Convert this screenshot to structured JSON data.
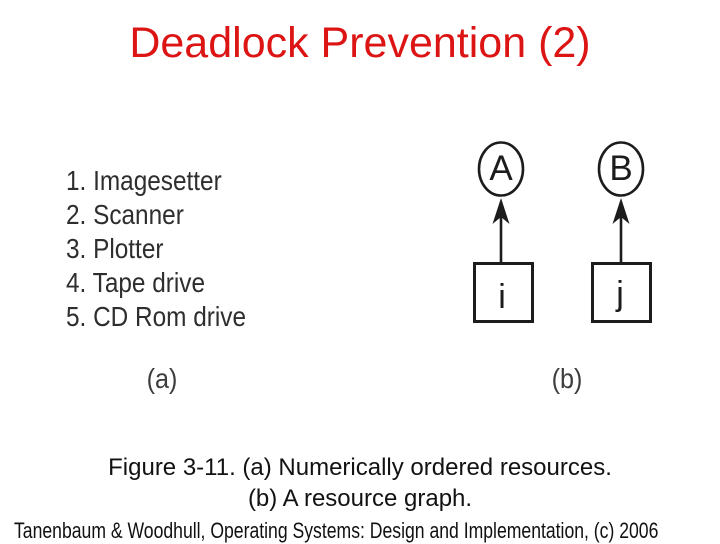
{
  "slide": {
    "title": "Deadlock Prevention (2)"
  },
  "figure": {
    "resources": [
      "1. Imagesetter",
      "2. Scanner",
      "3. Plotter",
      "4. Tape drive",
      "5. CD Rom drive"
    ],
    "panel_a_label": "(a)",
    "panel_b_label": "(b)",
    "graph": {
      "process_a": "A",
      "process_b": "B",
      "holder_i": "i",
      "holder_j": "j"
    }
  },
  "caption": {
    "line1": "Figure 3-11. (a) Numerically ordered resources.",
    "line2": "(b) A resource graph."
  },
  "footer": {
    "attribution": "Tanenbaum & Woodhull, Operating Systems: Design and Implementation, (c) 2006"
  },
  "colors": {
    "title_red": "#dc1414",
    "diagram_ink": "#1c1c1c"
  }
}
